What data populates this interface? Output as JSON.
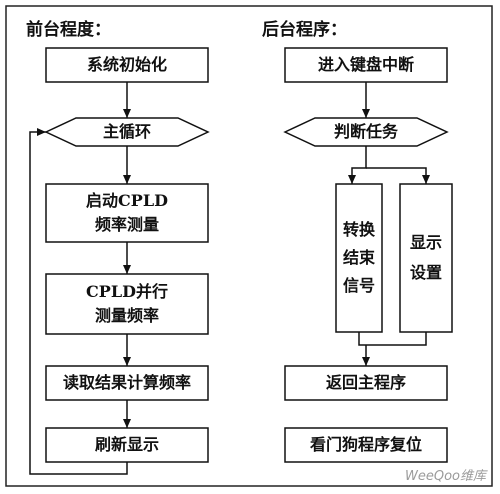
{
  "foreground": {
    "title": "前台程度：",
    "init": "系统初始化",
    "main_loop": "主循环",
    "start_cpld": [
      "启动CPLD",
      "频率测量"
    ],
    "cpld_parallel": [
      "CPLD并行",
      "测量频率"
    ],
    "read_result": "读取结果计算频率",
    "refresh": "刷新显示"
  },
  "background": {
    "title": "后台程序：",
    "enter_interrupt": "进入键盘中断",
    "judge_task": "判断任务",
    "convert_signal": [
      "转换",
      "结束",
      "信号"
    ],
    "display_setting": [
      "显示",
      "设置"
    ],
    "return_main": "返回主程序",
    "watchdog": "看门狗程序复位"
  },
  "watermark": "WeeQoo维库"
}
